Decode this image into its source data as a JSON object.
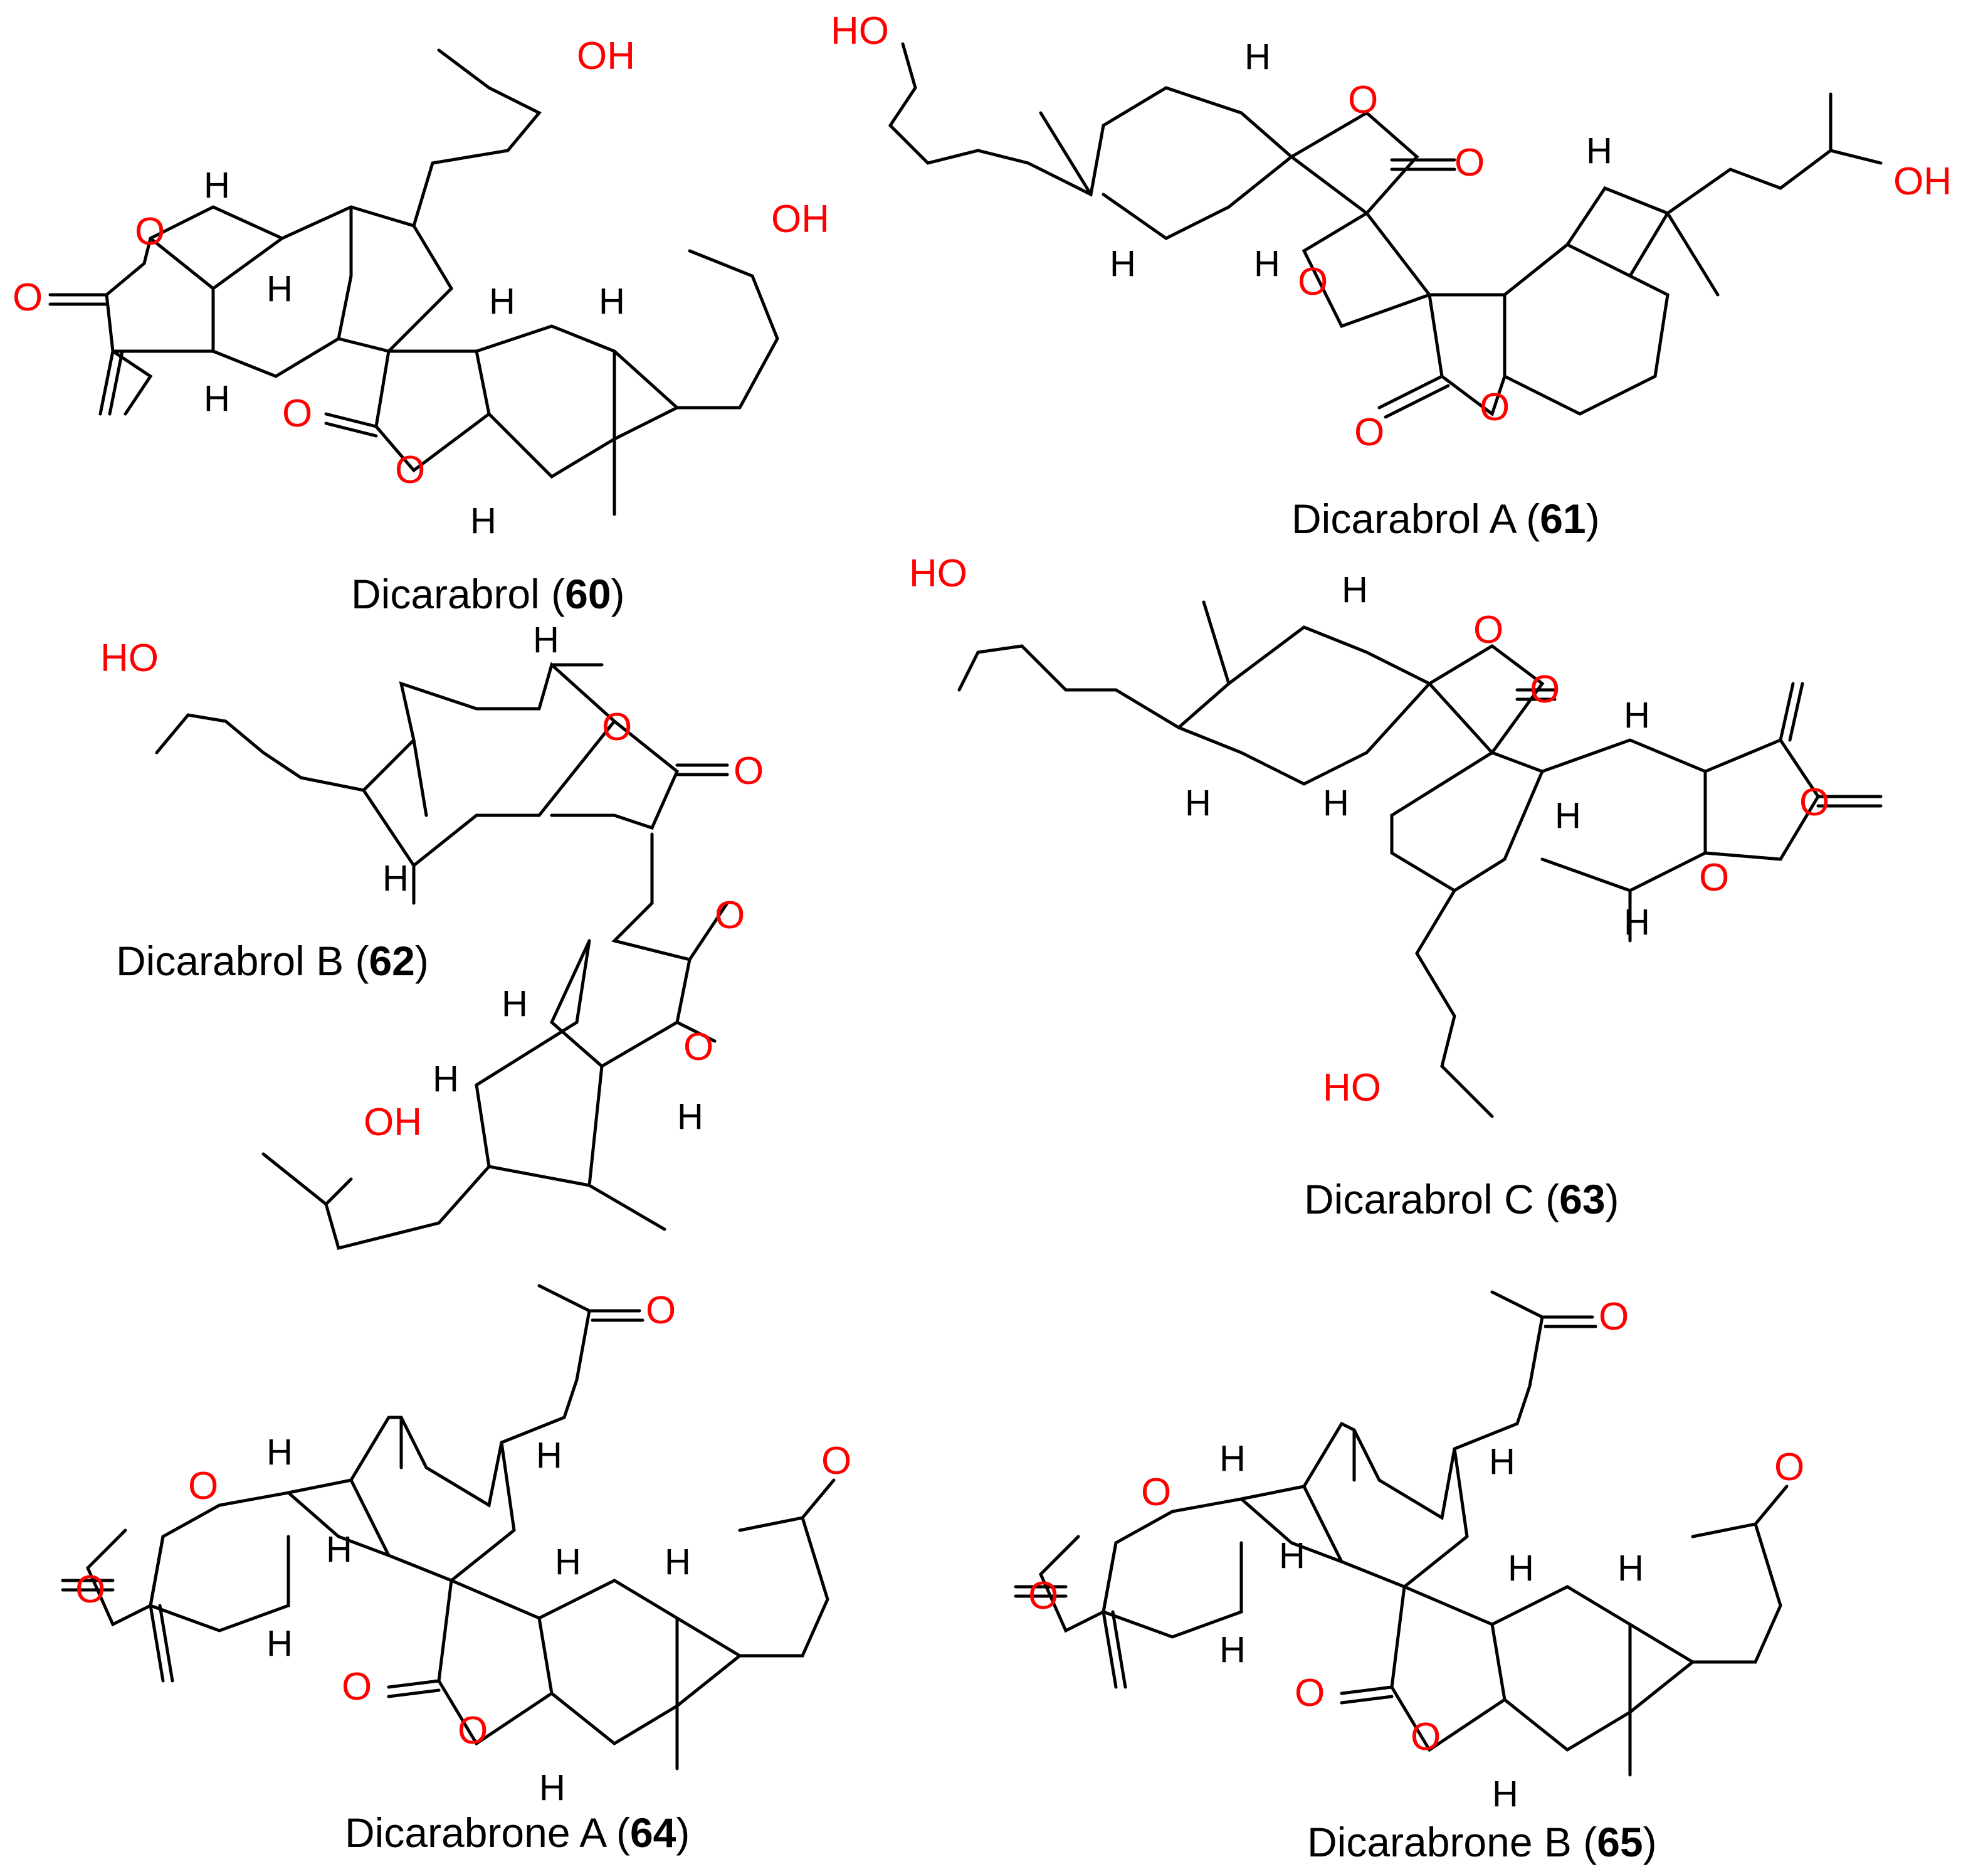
{
  "compounds": [
    {
      "name": "Dicarabrol",
      "number": "60"
    },
    {
      "name": "Dicarabrol A",
      "number": "61"
    },
    {
      "name": "Dicarabrol B",
      "number": "62"
    },
    {
      "name": "Dicarabrol C",
      "number": "63"
    },
    {
      "name": "Dicarabrone A",
      "number": "64"
    },
    {
      "name": "Dicarabrone B",
      "number": "65"
    }
  ],
  "atoms": {
    "oxygen": "O",
    "hydroxyl": "OH",
    "hydroxyl_rev": "HO",
    "hydrogen": "H"
  },
  "colors": {
    "heteroatom": "#ff0000",
    "bond": "#000000"
  }
}
